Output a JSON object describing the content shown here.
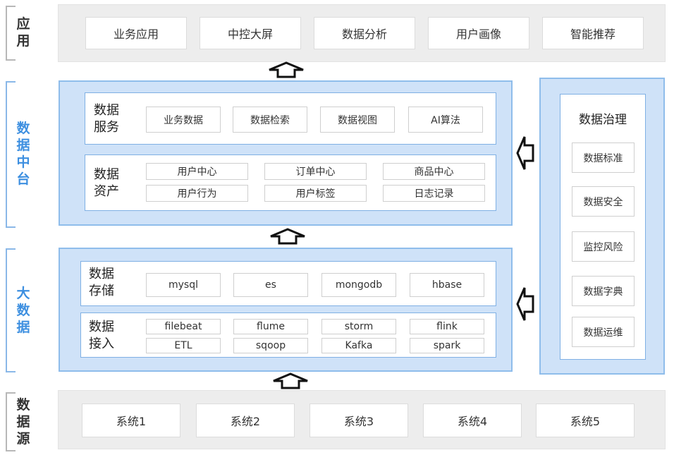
{
  "layers": {
    "app": {
      "label": "应\n用"
    },
    "middle": {
      "label": "数\n据\n中\n台"
    },
    "bigdata": {
      "label": "大\n数\n据"
    },
    "source": {
      "label": "数\n据\n源"
    }
  },
  "app_items": [
    "业务应用",
    "中控大屏",
    "数据分析",
    "用户画像",
    "智能推荐"
  ],
  "data_service": {
    "label": "数据\n服务",
    "items": [
      "业务数据",
      "数据检索",
      "数据视图",
      "AI算法"
    ]
  },
  "data_asset": {
    "label": "数据\n资产",
    "items": [
      "用户中心",
      "订单中心",
      "商品中心",
      "用户行为",
      "用户标签",
      "日志记录"
    ]
  },
  "data_storage": {
    "label": "数据\n存储",
    "items": [
      "mysql",
      "es",
      "mongodb",
      "hbase"
    ]
  },
  "data_access": {
    "label": "数据\n接入",
    "items": [
      "filebeat",
      "flume",
      "storm",
      "flink",
      "ETL",
      "sqoop",
      "Kafka",
      "spark"
    ]
  },
  "source_items": [
    "系统1",
    "系统2",
    "系统3",
    "系统4",
    "系统5"
  ],
  "governance": {
    "title": "数据治理",
    "items": [
      "数据标准",
      "数据安全",
      "监控风险",
      "数据字典",
      "数据运维"
    ]
  }
}
